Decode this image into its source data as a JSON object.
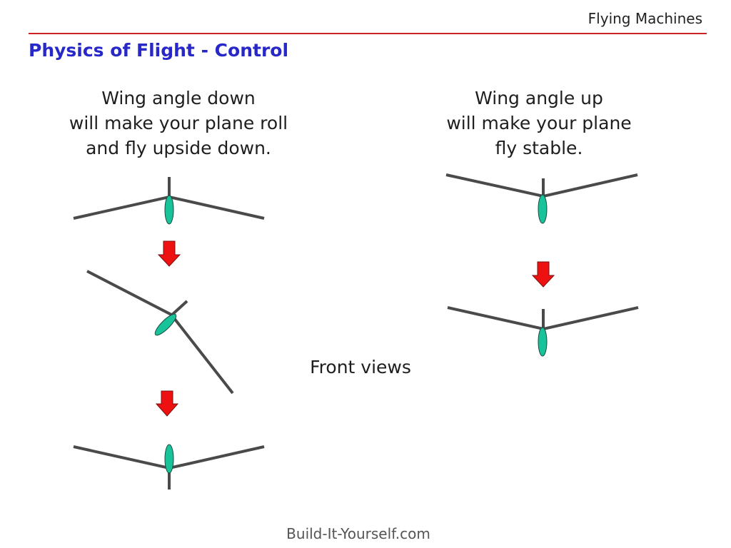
{
  "header": {
    "deck_title": "Flying Machines"
  },
  "slide": {
    "title": "Physics of Flight - Control",
    "left_caption": [
      "Wing angle down",
      "will make your plane roll",
      "and fly upside down."
    ],
    "right_caption": [
      "Wing angle up",
      "will make your plane",
      "fly stable."
    ],
    "center_label": "Front views",
    "footer": "Build-It-Yourself.com"
  },
  "colors": {
    "title": "#2828c8",
    "rule": "#cc2222",
    "wing": "#4a4a4a",
    "fuselage": "#19c39a",
    "arrow": "#ee1111"
  }
}
